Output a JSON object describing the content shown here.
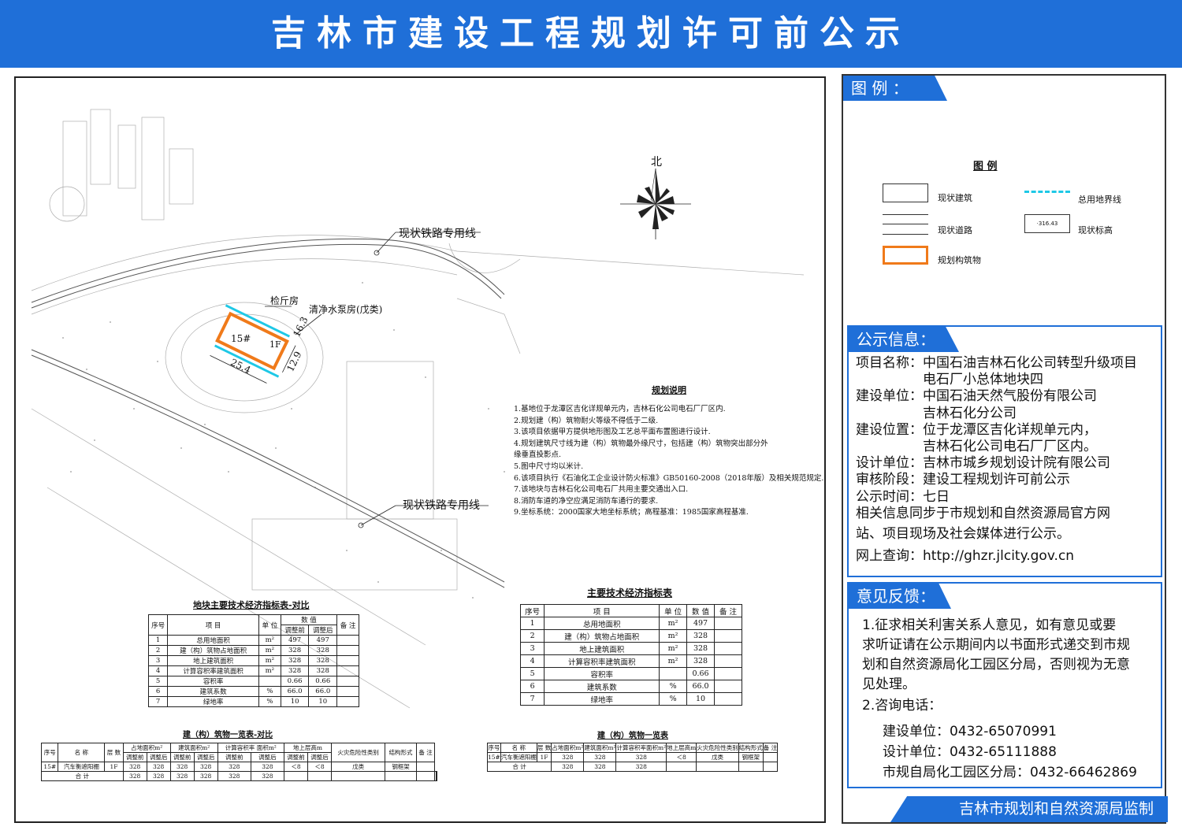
{
  "banner": {
    "title": "吉林市建设工程规划许可前公示"
  },
  "legend": {
    "header": "图 例 ：",
    "inner_title": "图 例",
    "items": [
      "现状建筑",
      "总用地界线",
      "现状道路",
      "现状标高",
      "规划构筑物"
    ],
    "elevation_sample": "·316.43",
    "colors": {
      "plan_structure": "#f07a1a",
      "site_boundary": "#1ec8e6"
    }
  },
  "drawing": {
    "north": "北",
    "labels": {
      "railway_1": "现状铁路专用线",
      "railway_2": "现状铁路专用线",
      "inspection_room": "检斤房",
      "pump_room": "清净水泵房(戊类)",
      "building_id": "15#",
      "floors": "1F",
      "dim_width": "25.4",
      "dim_depth_1": "16.3",
      "dim_depth_2": "12.9"
    }
  },
  "notes": {
    "title": "规划说明",
    "items": [
      "1.基地位于龙潭区吉化详规单元内，吉林石化公司电石厂厂区内.",
      "2.规划建（构）筑物耐火等级不得低于二级.",
      "3.该项目依据甲方提供地形图及工艺总平面布置图进行设计.",
      "4.规划建筑尺寸线为建（构）筑物最外缘尺寸，包括建（构）筑物突出部分外",
      "  缘垂直投影点.",
      "5.图中尺寸均以米计.",
      "6.该项目执行《石油化工企业设计防火标准》GB50160-2008（2018年版）及相关规范规定.",
      "7.该地块与吉林石化公司电石厂共用主要交通出入口.",
      "8.消防车道的净空应满足消防车通行的要求.",
      "9.坐标系统：2000国家大地坐标系统；高程基准：1985国家高程基准."
    ]
  },
  "table_compare": {
    "title": "地块主要技术经济指标表-对比",
    "headers": [
      "序号",
      "项  目",
      "单 位",
      "数  值",
      "调整前",
      "调整后",
      "备  注"
    ],
    "rows": [
      [
        "1",
        "总用地面积",
        "m²",
        "497",
        "497"
      ],
      [
        "2",
        "建（构）筑物占地面积",
        "m²",
        "328",
        "328"
      ],
      [
        "3",
        "地上建筑面积",
        "m²",
        "328",
        "328"
      ],
      [
        "4",
        "计算容积率建筑面积",
        "m²",
        "328",
        "328"
      ],
      [
        "5",
        "容积率",
        "",
        "0.66",
        "0.66"
      ],
      [
        "6",
        "建筑系数",
        "%",
        "66.0",
        "66.0"
      ],
      [
        "7",
        "绿地率",
        "%",
        "10",
        "10"
      ]
    ]
  },
  "table_main": {
    "title": "主要技术经济指标表",
    "headers": [
      "序号",
      "项  目",
      "单 位",
      "数 值",
      "备  注"
    ],
    "rows": [
      [
        "1",
        "总用地面积",
        "m²",
        "497"
      ],
      [
        "2",
        "建（构）筑物占地面积",
        "m²",
        "328"
      ],
      [
        "3",
        "地上建筑面积",
        "m²",
        "328"
      ],
      [
        "4",
        "计算容积率建筑面积",
        "m²",
        "328"
      ],
      [
        "5",
        "容积率",
        "",
        "0.66"
      ],
      [
        "6",
        "建筑系数",
        "%",
        "66.0"
      ],
      [
        "7",
        "绿地率",
        "%",
        "10"
      ]
    ]
  },
  "table_bldg_compare": {
    "title": "建（构）筑物一览表-对比",
    "headers": [
      "序号",
      "名  称",
      "层 数",
      "占地面积m²",
      "建筑面积m²",
      "计算容积率 面积m²",
      "地上层高m",
      "火灾危险性类别",
      "结构形式",
      "备 注"
    ],
    "sub": [
      "调整前",
      "调整后",
      "调整前",
      "调整后",
      "调整前",
      "调整后",
      "调整前",
      "调整后"
    ],
    "row": [
      "15#",
      "汽车衡遮阳棚",
      "1F",
      "328",
      "328",
      "328",
      "328",
      "328",
      "328",
      "＜8",
      "＜8",
      "戊类",
      "钢框架",
      ""
    ],
    "total": [
      "合  计",
      "328",
      "328",
      "328",
      "328",
      "328",
      "328"
    ]
  },
  "table_bldg": {
    "title": "建（构）筑物一览表",
    "headers": [
      "序号",
      "名  称",
      "层 数",
      "占地面积m²",
      "建筑面积m²",
      "计算容积率面积m²",
      "地上层高m",
      "火灾危险性类别",
      "结构形式",
      "备 注"
    ],
    "row": [
      "15#",
      "汽车衡遮阳棚",
      "1F",
      "328",
      "328",
      "328",
      "＜8",
      "戊类",
      "钢框架",
      ""
    ],
    "total": [
      "合  计",
      "328",
      "328",
      "328"
    ]
  },
  "public_info": {
    "header": "公示信息：",
    "lines": [
      "项目名称：中国石油吉林石化公司转型升级项目",
      "　　　　　电石厂小总体地块四",
      "建设单位：中国石油天然气股份有限公司",
      "　　　　　吉林石化分公司",
      "建设位置：位于龙潭区吉化详规单元内，",
      "　　　　　吉林石化公司电石厂厂区内。",
      "设计单位：吉林市城乡规划设计院有限公司",
      "审核阶段：建设工程规划许可前公示",
      "公示时间：七日"
    ],
    "sync": [
      "相关信息同步于市规划和自然资源局官方网",
      "站、项目现场及社会媒体进行公示。"
    ],
    "website": "网上查询：http://ghzr.jlcity.gov.cn"
  },
  "feedback": {
    "header": "意见反馈：",
    "p1": [
      "1.征求相关利害关系人意见，如有意见或要",
      "求听证请在公示期间内以书面形式递交到市规",
      "划和自然资源局化工园区分局，否则视为无意",
      "见处理。"
    ],
    "p2": "2.咨询电话：",
    "phones": [
      "建设单位：0432-65070991",
      "设计单位：0432-65111888",
      "市规自局化工园区分局：0432-66462869"
    ]
  },
  "footer": {
    "text": "吉林市规划和自然资源局监制"
  }
}
